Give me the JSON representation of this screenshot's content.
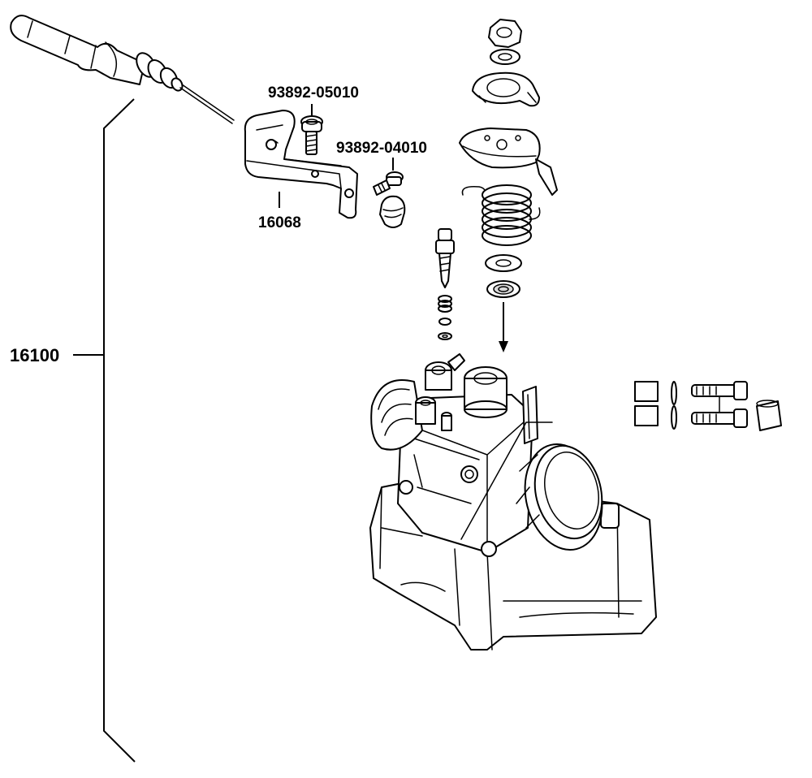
{
  "diagram": {
    "labels": {
      "part_93892_05010": "93892-05010",
      "part_93892_04010": "93892-04010",
      "part_16068": "16068",
      "part_16100": "16100"
    },
    "line_color": "#000000",
    "background": "#ffffff"
  }
}
